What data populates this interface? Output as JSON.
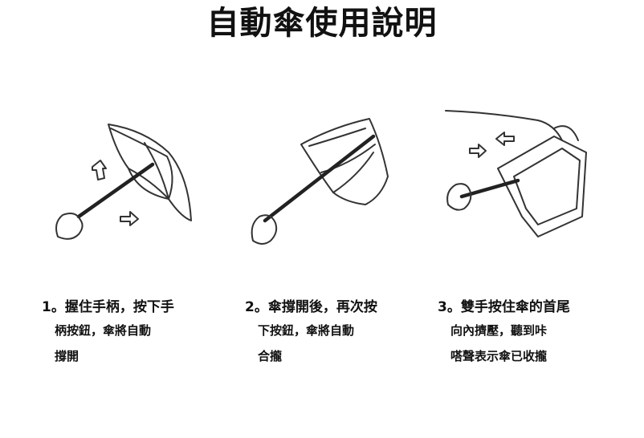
{
  "title": "自動傘使用說明",
  "steps": [
    {
      "line1": "1。握住手柄，按下手",
      "line2": "柄按鈕，傘將自動",
      "line3": "撐開"
    },
    {
      "line1": "2。傘撐開後，再次按",
      "line2": "下按鈕，傘將自動",
      "line3": "合攏"
    },
    {
      "line1": "3。雙手按住傘的首尾",
      "line2": "向內擠壓，聽到咔",
      "line3": "嗒聲表示傘已收攏"
    }
  ]
}
